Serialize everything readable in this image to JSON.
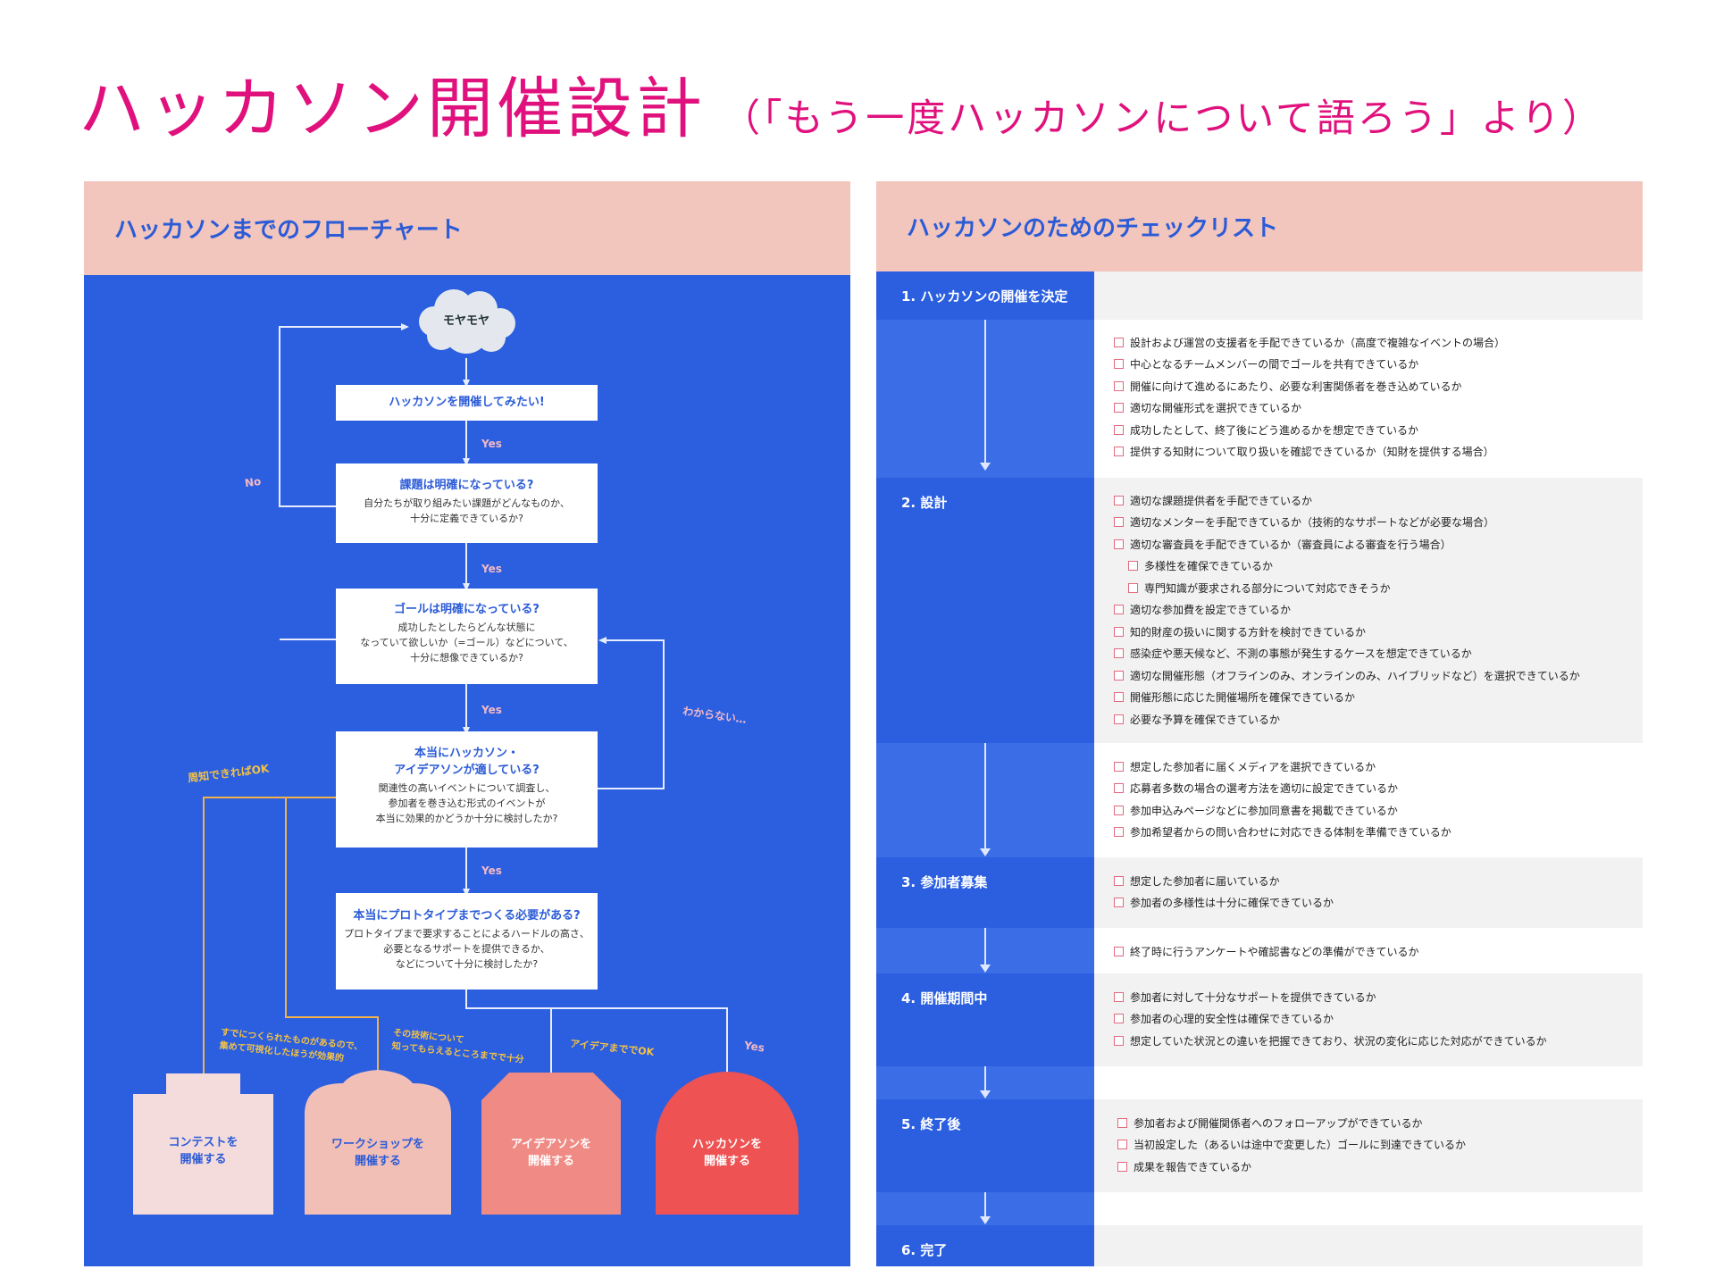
{
  "title": {
    "main": "ハッカソン開催設計",
    "sub": "（「もう一度ハッカソンについて語ろう」より）"
  },
  "flowchart": {
    "header": "ハッカソンまでのフローチャート",
    "start": "モヤモヤ",
    "box1": {
      "title": "ハッカソンを開催してみたい!"
    },
    "box2": {
      "title": "課題は明確になっている?",
      "desc": "自分たちが取り組みたい課題がどんなものか、\n十分に定義できているか?"
    },
    "box3": {
      "title": "ゴールは明確になっている?",
      "desc": "成功したとしたらどんな状態に\nなっていて欲しいか（=ゴール）などについて、\n十分に想像できているか?"
    },
    "box4": {
      "title": "本当にハッカソン・\nアイデアソンが適している?",
      "desc": "関連性の高いイベントについて調査し、\n参加者を巻き込む形式のイベントが\n本当に効果的かどうか十分に検討したか?"
    },
    "box5": {
      "title": "本当にプロトタイプまでつくる必要がある?",
      "desc": "プロトタイプまで要求することによるハードルの高さ、\n必要となるサポートを提供できるか、\nなどについて十分に検討したか?"
    },
    "labels": {
      "yes": "Yes",
      "no": "No",
      "unknown": "わからない…",
      "awareness": "周知できればOK",
      "existing": "すでにつくられたものがあるので、\n集めて可視化したほうが効果的",
      "tech": "その技術について\n知ってもらえるところまでで十分",
      "idea_ok": "アイデアまででOK"
    },
    "outcomes": [
      {
        "label": "コンテストを\n開催する",
        "color": "#f5dcdc",
        "text_color": "#2b5bd7"
      },
      {
        "label": "ワークショップを\n開催する",
        "color": "#f2bfb6",
        "text_color": "#2b5bd7"
      },
      {
        "label": "アイデアソンを\n開催する",
        "color": "#f08a84",
        "text_color": "#ffffff"
      },
      {
        "label": "ハッカソンを\n開催する",
        "color": "#ee5253",
        "text_color": "#ffffff"
      }
    ],
    "colors": {
      "background": "#2b5fe0",
      "line": "#e8ecff",
      "branch": "#f5b247"
    }
  },
  "checklist": {
    "header": "ハッカソンのためのチェックリスト",
    "steps": [
      {
        "label": "1. ハッカソンの開催を決定"
      },
      {
        "label": "2. 設計"
      },
      {
        "label": "3. 参加者募集"
      },
      {
        "label": "4. 開催期間中"
      },
      {
        "label": "5. 終了後"
      },
      {
        "label": "6. 完了"
      }
    ],
    "groups": [
      {
        "items": [
          {
            "text": "設計および運営の支援者を手配できているか（高度で複雑なイベントの場合）"
          },
          {
            "text": "中心となるチームメンバーの間でゴールを共有できているか"
          },
          {
            "text": "開催に向けて進めるにあたり、必要な利害関係者を巻き込めているか"
          },
          {
            "text": "適切な開催形式を選択できているか"
          },
          {
            "text": "成功したとして、終了後にどう進めるかを想定できているか"
          },
          {
            "text": "提供する知財について取り扱いを確認できているか（知財を提供する場合）"
          }
        ]
      },
      {
        "items": [
          {
            "text": "適切な課題提供者を手配できているか"
          },
          {
            "text": "適切なメンターを手配できているか（技術的なサポートなどが必要な場合）"
          },
          {
            "text": "適切な審査員を手配できているか（審査員による審査を行う場合）"
          },
          {
            "text": "多様性を確保できているか",
            "sub": true
          },
          {
            "text": "専門知識が要求される部分について対応できそうか",
            "sub": true
          },
          {
            "text": "適切な参加費を設定できているか"
          },
          {
            "text": "知的財産の扱いに関する方針を検討できているか"
          },
          {
            "text": "感染症や悪天候など、不測の事態が発生するケースを想定できているか"
          },
          {
            "text": "適切な開催形態（オフラインのみ、オンラインのみ、ハイブリッドなど）を選択できているか"
          },
          {
            "text": "開催形態に応じた開催場所を確保できているか"
          },
          {
            "text": "必要な予算を確保できているか"
          }
        ]
      },
      {
        "items": [
          {
            "text": "想定した参加者に届くメディアを選択できているか"
          },
          {
            "text": "応募者多数の場合の選考方法を適切に設定できているか"
          },
          {
            "text": "参加申込みページなどに参加同意書を掲載できているか"
          },
          {
            "text": "参加希望者からの問い合わせに対応できる体制を準備できているか"
          }
        ]
      },
      {
        "items": [
          {
            "text": "想定した参加者に届いているか"
          },
          {
            "text": "参加者の多様性は十分に確保できているか"
          }
        ]
      },
      {
        "items": [
          {
            "text": "終了時に行うアンケートや確認書などの準備ができているか"
          }
        ]
      },
      {
        "items": [
          {
            "text": "参加者に対して十分なサポートを提供できているか"
          },
          {
            "text": "参加者の心理的安全性は確保できているか"
          },
          {
            "text": "想定していた状況との違いを把握できており、状況の変化に応じた対応ができているか"
          }
        ]
      },
      {
        "items": [
          {
            "text": "参加者および開催関係者へのフォローアップができているか"
          },
          {
            "text": "当初設定した（あるいは途中で変更した）ゴールに到達できているか"
          },
          {
            "text": "成果を報告できているか"
          }
        ]
      }
    ],
    "colors": {
      "step_bg": "#2b5fe0",
      "gap_bg": "#3a6de6",
      "gray_bg": "#f2f2f2",
      "checkbox": "#e36a7e"
    }
  }
}
